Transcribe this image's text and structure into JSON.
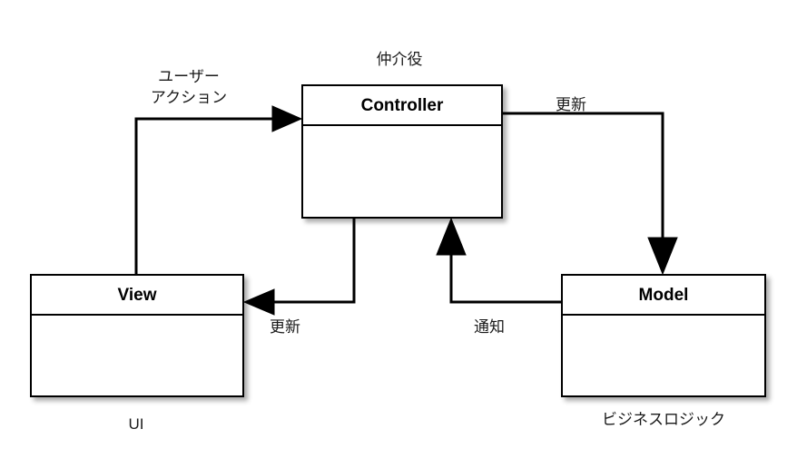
{
  "diagram": {
    "title": "MVC architecture diagram",
    "background_color": "#ffffff",
    "line_color": "#000000",
    "text_color": "#1a1a1a",
    "boxes": [
      {
        "id": "controller",
        "name": "Controller",
        "caption_above": "仲介役",
        "caption_below": ""
      },
      {
        "id": "view",
        "name": "View",
        "caption_above": "",
        "caption_below": "UI"
      },
      {
        "id": "model",
        "name": "Model",
        "caption_above": "",
        "caption_below": "ビジネスロジック"
      }
    ],
    "labels": {
      "mediator": "仲介役",
      "user_action": "ユーザー\nアクション",
      "update_model": "更新",
      "update_view": "更新",
      "notify": "通知",
      "ui": "UI",
      "business_logic": "ビジネスロジック"
    },
    "connectors": [
      {
        "id": "view-to-controller",
        "from": "View",
        "to": "Controller",
        "label": "ユーザーアクション",
        "arrowhead": "solid-triangle",
        "direction": "right"
      },
      {
        "id": "controller-to-model",
        "from": "Controller",
        "to": "Model",
        "label": "更新",
        "arrowhead": "solid-triangle",
        "direction": "down"
      },
      {
        "id": "model-to-controller",
        "from": "Model",
        "to": "Controller",
        "label": "通知",
        "arrowhead": "solid-triangle",
        "direction": "up"
      },
      {
        "id": "controller-to-view",
        "from": "Controller",
        "to": "View",
        "label": "更新",
        "arrowhead": "solid-triangle",
        "direction": "left"
      }
    ]
  }
}
